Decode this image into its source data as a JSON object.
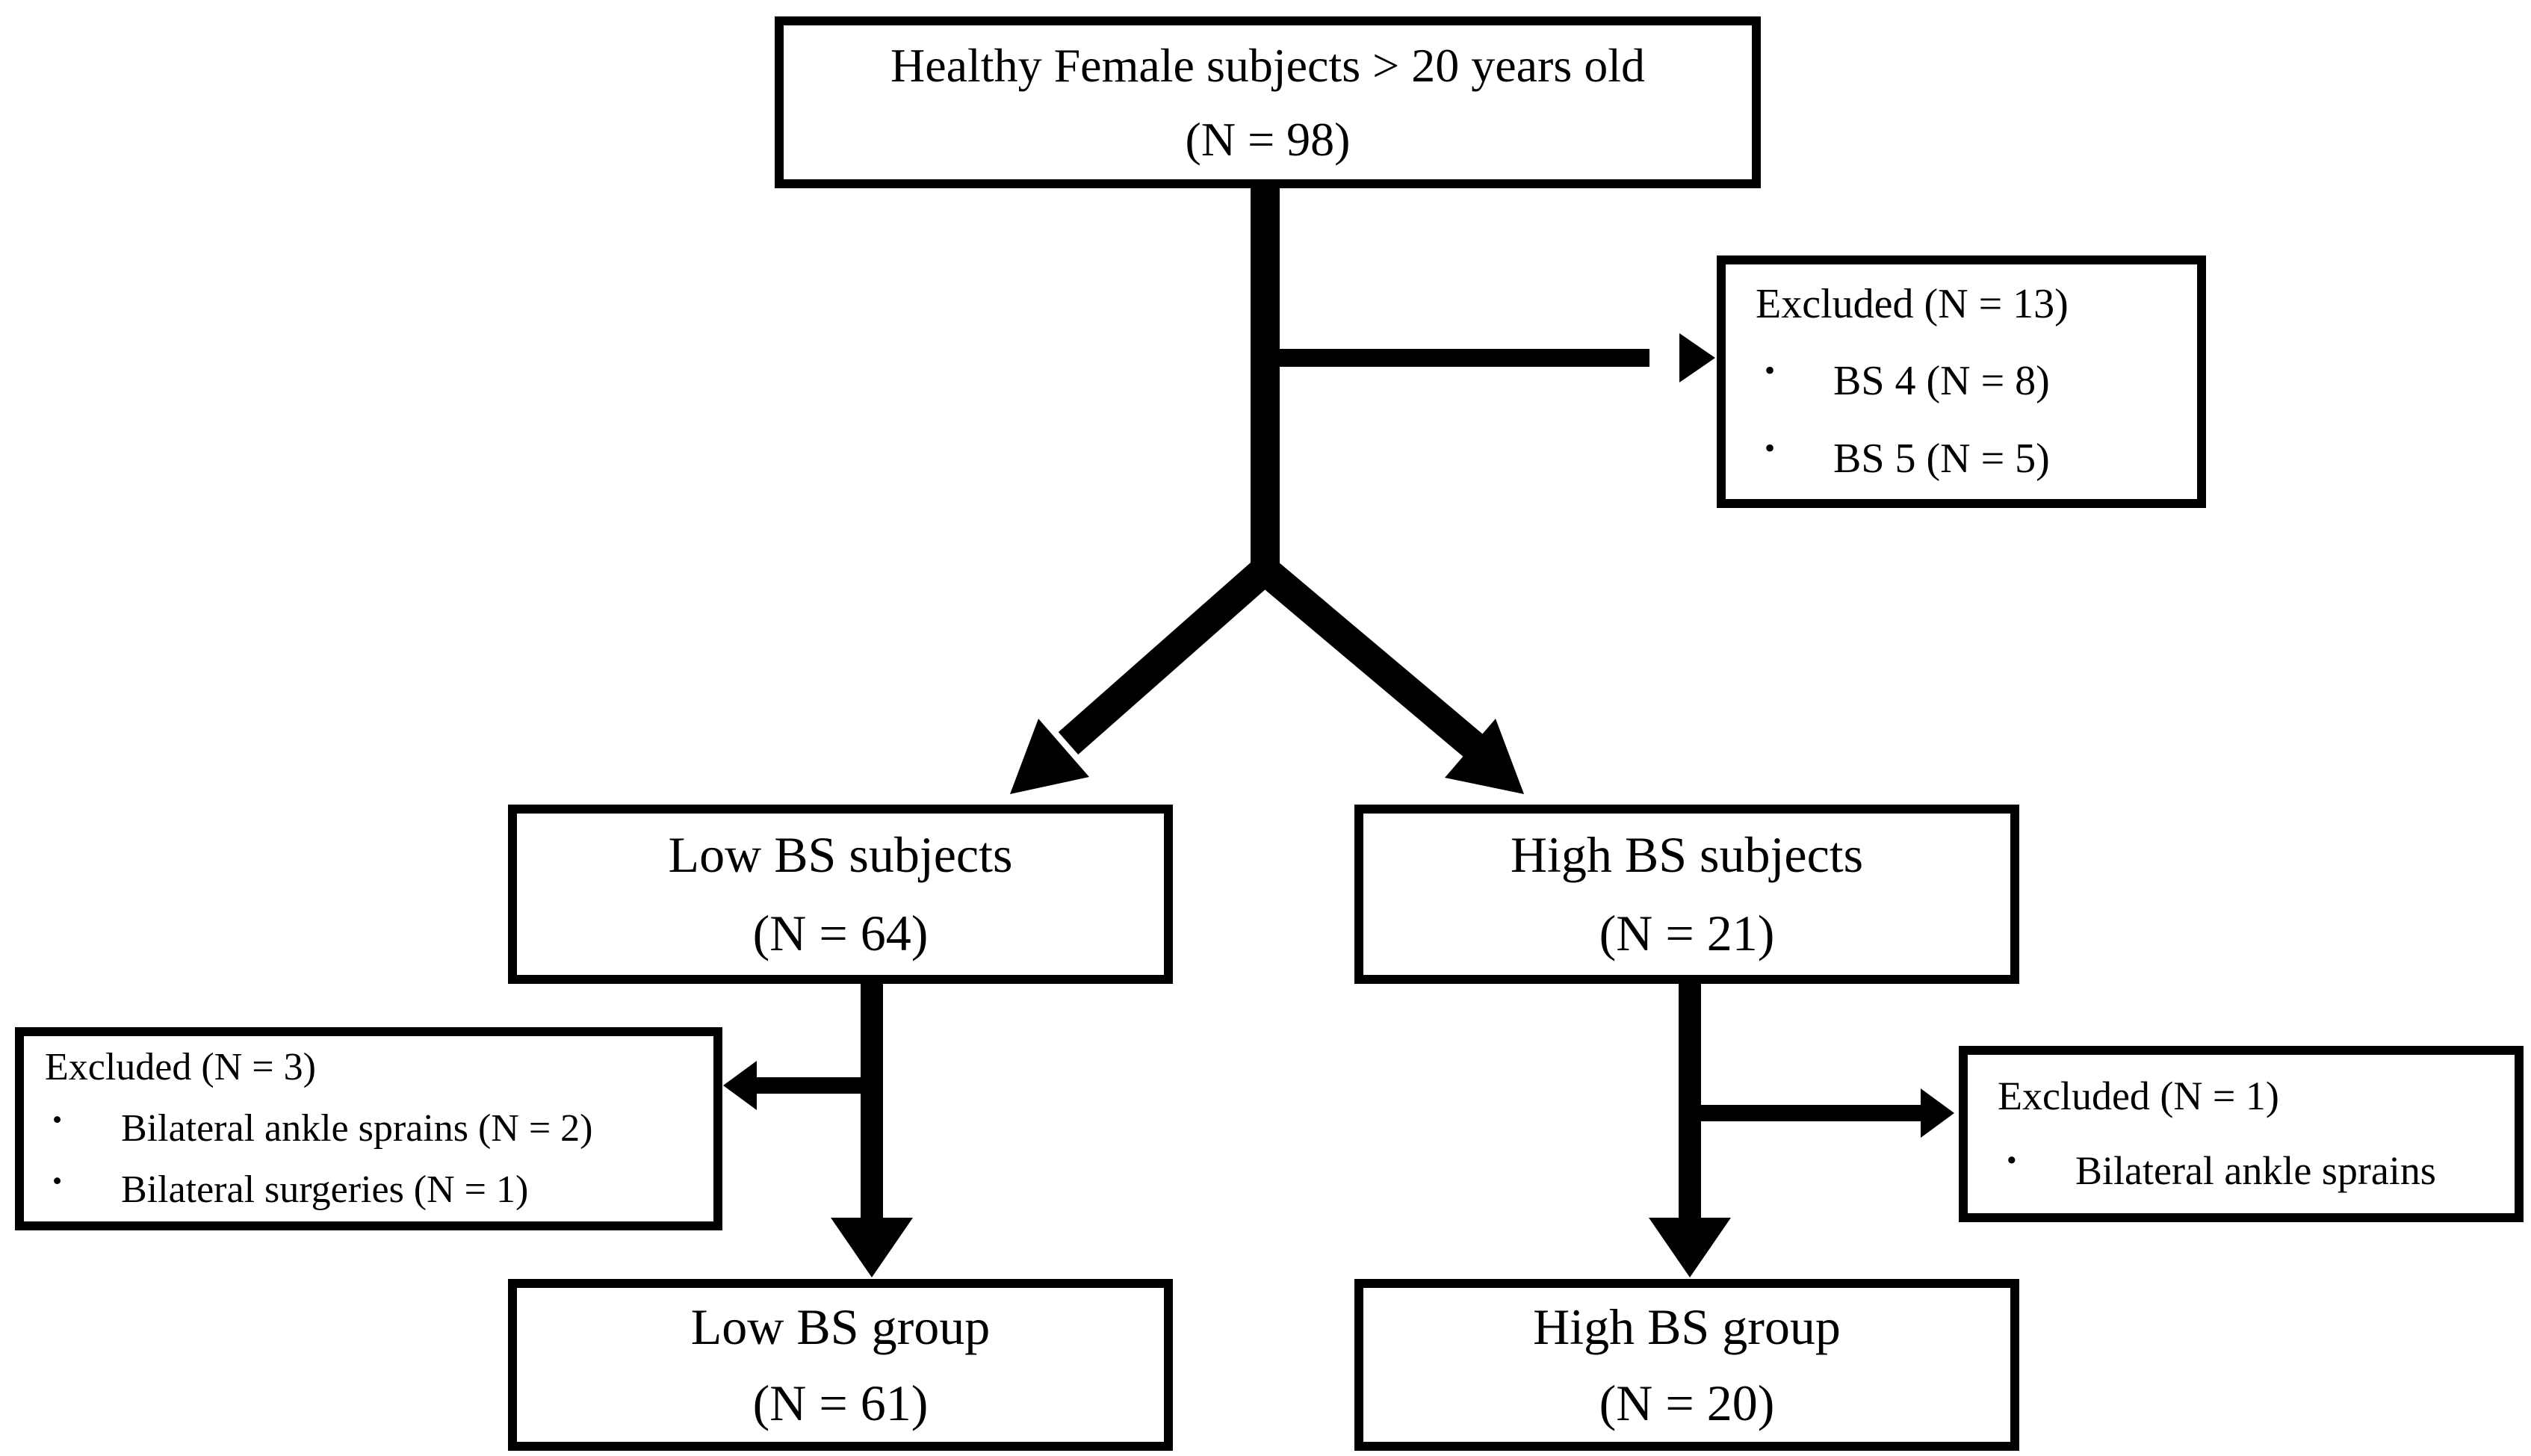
{
  "figure": {
    "bullet": "•",
    "colors": {
      "line": "#000000",
      "box_border": "#000000",
      "box_background": "#ffffff",
      "text": "#000000",
      "page_background": "#ffffff"
    },
    "boxes": {
      "top": {
        "line1": "Healthy Female subjects > 20 years old",
        "line2": "(N = 98)"
      },
      "excluded_top": {
        "title": "Excluded (N = 13)",
        "items": [
          "BS 4 (N = 8)",
          "BS 5 (N = 5)"
        ]
      },
      "low_subjects": {
        "line1": "Low BS subjects",
        "line2": "(N = 64)"
      },
      "high_subjects": {
        "line1": "High BS subjects",
        "line2": "(N = 21)"
      },
      "excluded_low": {
        "title": "Excluded (N = 3)",
        "items": [
          "Bilateral ankle sprains (N = 2)",
          "Bilateral surgeries (N = 1)"
        ]
      },
      "excluded_high": {
        "title": "Excluded (N = 1)",
        "items": [
          "Bilateral ankle sprains"
        ]
      },
      "low_group": {
        "line1": "Low BS group",
        "line2": "(N = 61)"
      },
      "high_group": {
        "line1": "High BS group",
        "line2": "(N = 20)"
      }
    }
  }
}
